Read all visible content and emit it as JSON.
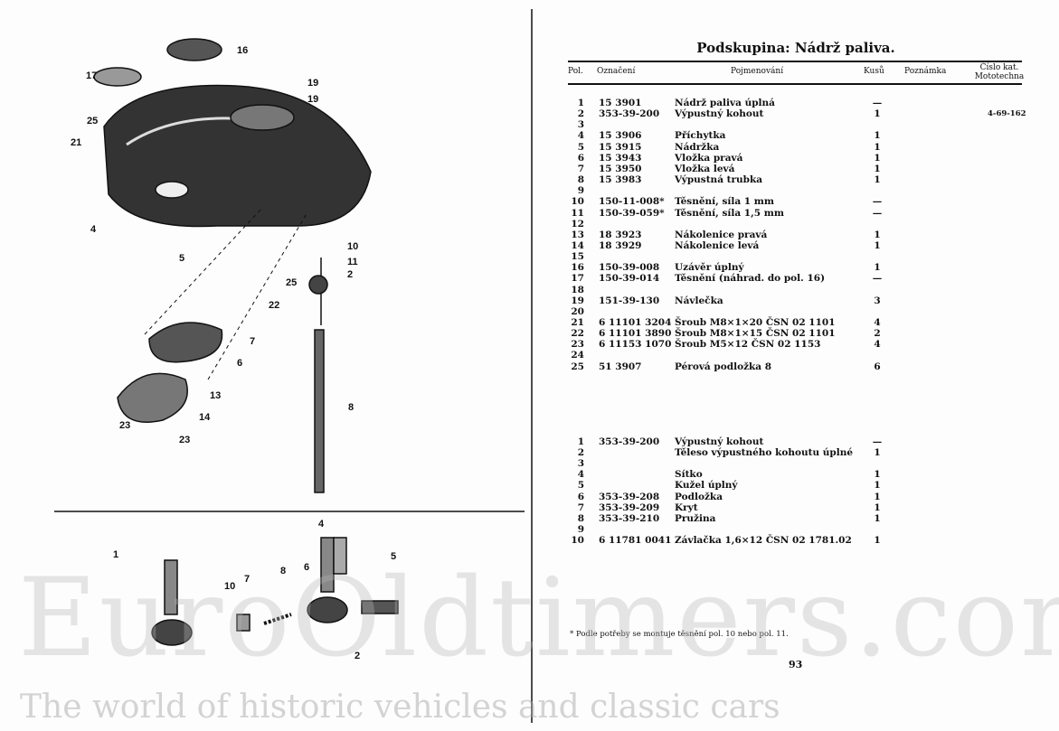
{
  "title": "Podskupina: Nádrž paliva.",
  "headers": {
    "pol": "Pol.",
    "ozn": "Označení",
    "name": "Pojmenování",
    "qty": "Kusů",
    "note": "Poznámka",
    "cat1": "Číslo kat.",
    "cat2": "Mototechna"
  },
  "table1": [
    {
      "pol": "1",
      "ozn": "15 3901",
      "name": "Nádrž paliva úplná",
      "qty": "—",
      "cat": ""
    },
    {
      "pol": "2",
      "ozn": "353-39-200",
      "name": "Výpustný kohout",
      "qty": "1",
      "cat": "4-69-162"
    },
    {
      "pol": "3",
      "ozn": "",
      "name": "",
      "qty": "",
      "cat": ""
    },
    {
      "pol": "4",
      "ozn": "15 3906",
      "name": "Příchytka",
      "qty": "1",
      "cat": ""
    },
    {
      "pol": "5",
      "ozn": "15 3915",
      "name": "Nádržka",
      "qty": "1",
      "cat": ""
    },
    {
      "pol": "6",
      "ozn": "15 3943",
      "name": "Vložka pravá",
      "qty": "1",
      "cat": ""
    },
    {
      "pol": "7",
      "ozn": "15 3950",
      "name": "Vložka levá",
      "qty": "1",
      "cat": ""
    },
    {
      "pol": "8",
      "ozn": "15 3983",
      "name": "Výpustná trubka",
      "qty": "1",
      "cat": ""
    },
    {
      "pol": "9",
      "ozn": "",
      "name": "",
      "qty": "",
      "cat": ""
    },
    {
      "pol": "10",
      "ozn": "150-11-008*",
      "name": "Těsnění, síla 1 mm",
      "qty": "—",
      "cat": ""
    },
    {
      "pol": "11",
      "ozn": "150-39-059*",
      "name": "Těsnění, síla 1,5 mm",
      "qty": "—",
      "cat": ""
    },
    {
      "pol": "12",
      "ozn": "",
      "name": "",
      "qty": "",
      "cat": ""
    },
    {
      "pol": "13",
      "ozn": "18 3923",
      "name": "Nákolenice pravá",
      "qty": "1",
      "cat": ""
    },
    {
      "pol": "14",
      "ozn": "18 3929",
      "name": "Nákolenice levá",
      "qty": "1",
      "cat": ""
    },
    {
      "pol": "15",
      "ozn": "",
      "name": "",
      "qty": "",
      "cat": ""
    },
    {
      "pol": "16",
      "ozn": "150-39-008",
      "name": "Uzávěr úplný",
      "qty": "1",
      "cat": ""
    },
    {
      "pol": "17",
      "ozn": "150-39-014",
      "name": "Těsnění (náhrad. do pol. 16)",
      "qty": "—",
      "cat": ""
    },
    {
      "pol": "18",
      "ozn": "",
      "name": "",
      "qty": "",
      "cat": ""
    },
    {
      "pol": "19",
      "ozn": "151-39-130",
      "name": "Návlečka",
      "qty": "3",
      "cat": ""
    },
    {
      "pol": "20",
      "ozn": "",
      "name": "",
      "qty": "",
      "cat": ""
    },
    {
      "pol": "21",
      "ozn": "6 11101 3204",
      "name": "Šroub M8×1×20 ČSN 02 1101",
      "qty": "4",
      "cat": ""
    },
    {
      "pol": "22",
      "ozn": "6 11101 3890",
      "name": "Šroub M8×1×15 ČSN 02 1101",
      "qty": "2",
      "cat": ""
    },
    {
      "pol": "23",
      "ozn": "6 11153 1070",
      "name": "Šroub M5×12 ČSN 02 1153",
      "qty": "4",
      "cat": ""
    },
    {
      "pol": "24",
      "ozn": "",
      "name": "",
      "qty": "",
      "cat": ""
    },
    {
      "pol": "25",
      "ozn": "51 3907",
      "name": "Pérová podložka 8",
      "qty": "6",
      "cat": ""
    }
  ],
  "table2": [
    {
      "pol": "1",
      "ozn": "353-39-200",
      "name": "Výpustný kohout",
      "qty": "—"
    },
    {
      "pol": "2",
      "ozn": "",
      "name": "Těleso výpustného kohoutu úplné",
      "qty": "1"
    },
    {
      "pol": "3",
      "ozn": "",
      "name": "",
      "qty": ""
    },
    {
      "pol": "4",
      "ozn": "",
      "name": "Sítko",
      "qty": "1"
    },
    {
      "pol": "5",
      "ozn": "",
      "name": "Kužel úplný",
      "qty": "1"
    },
    {
      "pol": "6",
      "ozn": "353-39-208",
      "name": "Podložka",
      "qty": "1"
    },
    {
      "pol": "7",
      "ozn": "353-39-209",
      "name": "Kryt",
      "qty": "1"
    },
    {
      "pol": "8",
      "ozn": "353-39-210",
      "name": "Pružina",
      "qty": "1"
    },
    {
      "pol": "9",
      "ozn": "",
      "name": "",
      "qty": ""
    },
    {
      "pol": "10",
      "ozn": "6 11781 0041",
      "name": "Závlačka 1,6×12 ČSN 02 1781.02",
      "qty": "1"
    }
  ],
  "footnote": "* Podle potřeby se montuje těsnění pol. 10 nebo pol. 11.",
  "page_number": "93",
  "watermark": {
    "main": "EuroOldtimers.com",
    "sub": "The world of historic vehicles and classic cars"
  },
  "callouts_top": [
    "16",
    "17",
    "19",
    "19",
    "25",
    "21",
    "4",
    "5",
    "10",
    "11",
    "2",
    "22",
    "25",
    "7",
    "6",
    "13",
    "14",
    "23",
    "23",
    "8"
  ],
  "callouts_bottom": [
    "1",
    "10",
    "7",
    "8",
    "6",
    "4",
    "5",
    "2"
  ]
}
